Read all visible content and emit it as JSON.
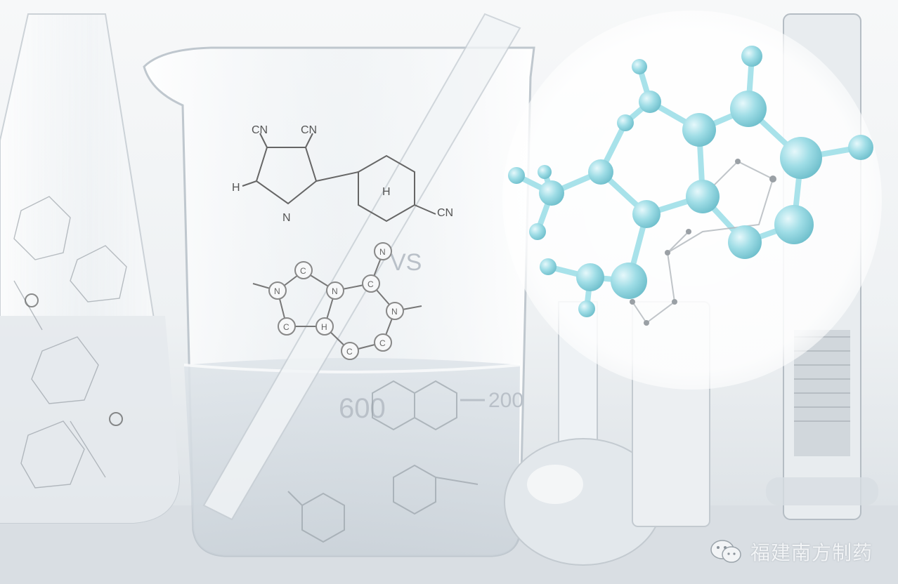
{
  "watermark": {
    "text": "福建南方制药",
    "icon": "wechat-icon"
  },
  "chemistry": {
    "top_structure": {
      "cn_left": "CN",
      "cn_right": "CN",
      "cn_ring": "CN",
      "h_left": "H",
      "n_label": "N",
      "h_ring": "H"
    },
    "purine_atoms": [
      "N",
      "C",
      "N",
      "C",
      "N",
      "N",
      "C",
      "H",
      "C",
      "C"
    ]
  },
  "beaker_markings": {
    "mark_200": "200",
    "mark_600": "600",
    "mark_vs": "VS"
  },
  "colors": {
    "molecule_atom": "#8fd8e2",
    "molecule_bond": "#a8e2ea",
    "background": "#e8ecef"
  }
}
